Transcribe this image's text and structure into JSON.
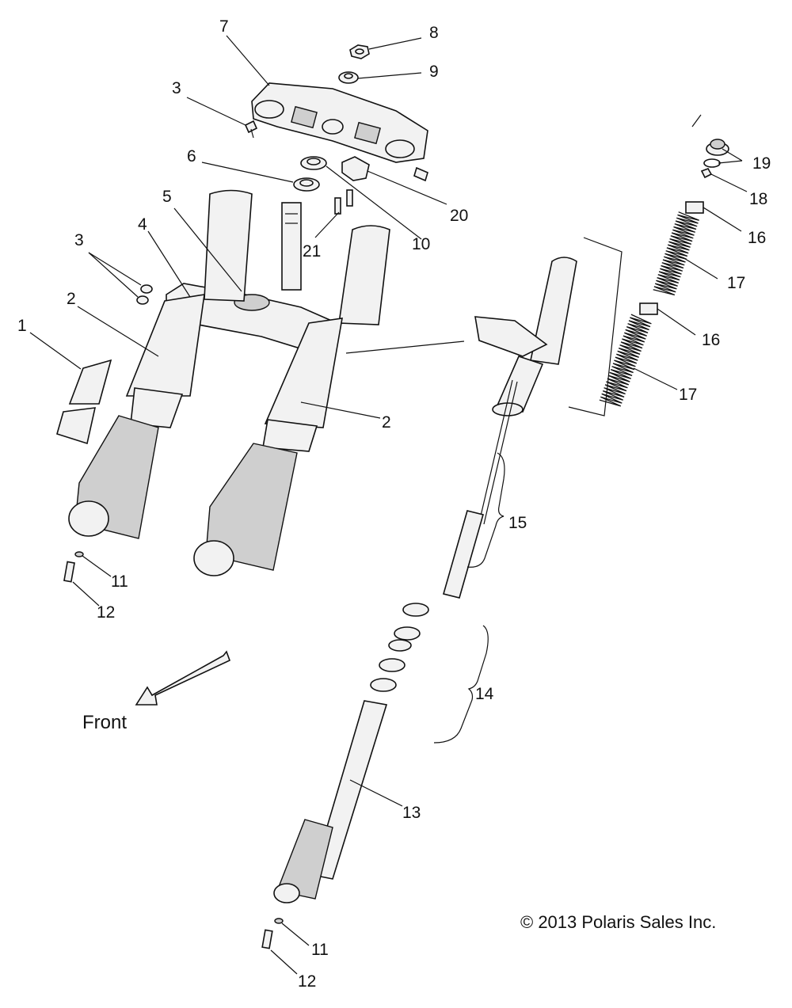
{
  "callouts": {
    "c1": "1",
    "c2a": "2",
    "c2b": "2",
    "c3a": "3",
    "c3b": "3",
    "c4": "4",
    "c5": "5",
    "c6": "6",
    "c7": "7",
    "c8": "8",
    "c9": "9",
    "c10": "10",
    "c11a": "11",
    "c11b": "11",
    "c12a": "12",
    "c12b": "12",
    "c13": "13",
    "c14": "14",
    "c15": "15",
    "c16a": "16",
    "c16b": "16",
    "c17a": "17",
    "c17b": "17",
    "c18": "18",
    "c19": "19",
    "c20": "20",
    "c21": "21"
  },
  "direction_label": "Front",
  "copyright": "© 2013 Polaris Sales Inc.",
  "colors": {
    "line": "#111111",
    "part_fill": "#f2f2f2",
    "part_shade": "#cfcfcf",
    "background": "#ffffff"
  }
}
